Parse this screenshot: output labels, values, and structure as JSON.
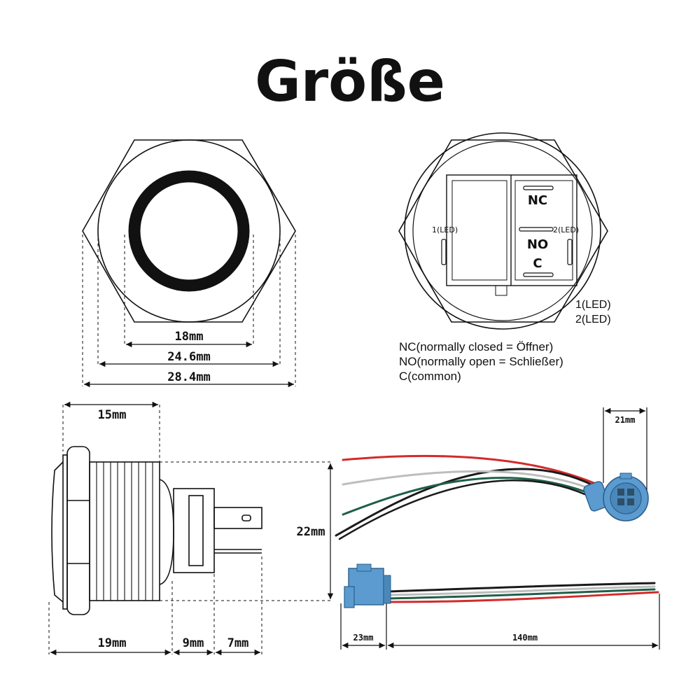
{
  "title": "Größe",
  "front_view": {
    "dim_inner": "18mm",
    "dim_mid": "24.6mm",
    "dim_outer": "28.4mm"
  },
  "back_view": {
    "pin_nc": "NC",
    "pin_no": "NO",
    "pin_c": "C",
    "pin_led1": "1(LED)",
    "pin_led2": "2(LED)",
    "side_led1": "1(LED)",
    "side_led2": "2(LED)"
  },
  "legend": [
    "NC(normally closed = Öffner)",
    "NO(normally open = Schließer)",
    "C(common)"
  ],
  "side_view": {
    "dim_top": "15mm",
    "dim_height": "22mm",
    "dim_bottom_1": "19mm",
    "dim_bottom_2": "9mm",
    "dim_bottom_3": "7mm"
  },
  "cable": {
    "dim_connector_width": "21mm",
    "dim_plug": "23mm",
    "dim_length": "140mm"
  },
  "colors": {
    "connector": "#5b9bd0",
    "wire_red": "#d42a2a",
    "wire_black": "#1a1a1a",
    "wire_white": "#d8d8d8",
    "wire_green": "#1f5f4a"
  }
}
